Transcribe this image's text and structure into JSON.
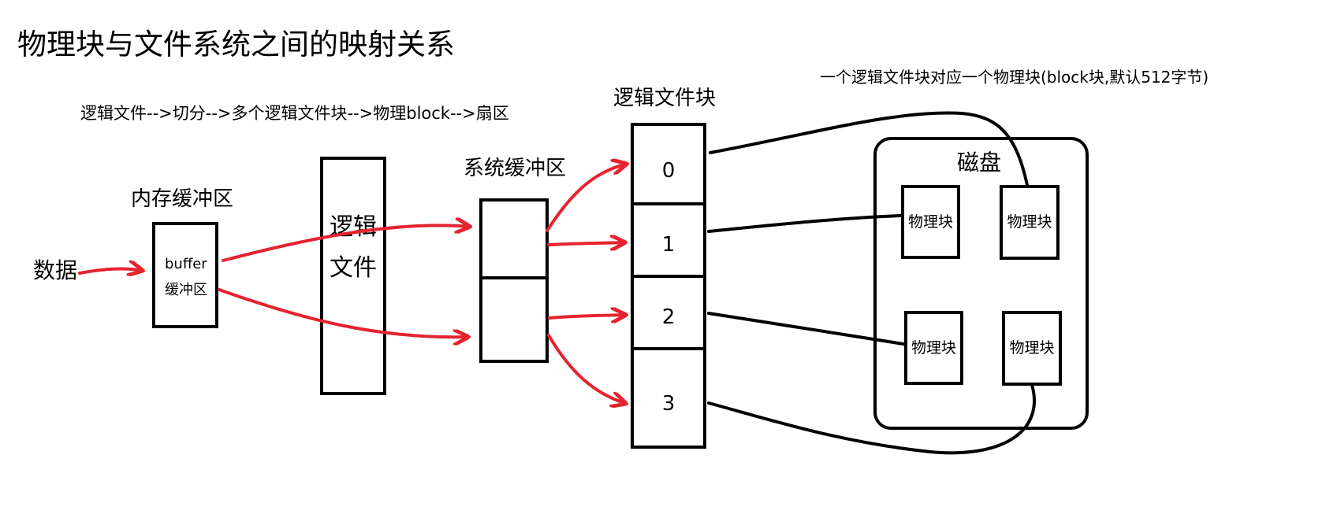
{
  "title": "物理块与文件系统之间的映射关系",
  "flow_text": "逻辑文件-->切分-->多个逻辑文件块-->物理block-->扇区",
  "mapping_note": "一个逻辑文件块对应一个物理块(block块,默认512字节)",
  "labels": {
    "data": "数据",
    "memory_buffer": "内存缓冲区",
    "buffer_en": "buffer",
    "buffer_zh": "缓冲区",
    "logical_file": "逻辑文件",
    "system_buffer": "系统缓冲区",
    "logical_file_blocks": "逻辑文件块",
    "disk": "磁盘"
  },
  "logical_blocks": [
    "0",
    "1",
    "2",
    "3"
  ],
  "physical_blocks": [
    "物理块",
    "物理块",
    "物理块",
    "物理块"
  ],
  "colors": {
    "arrow": "#e5232e",
    "line": "#000000",
    "background": "#ffffff"
  }
}
